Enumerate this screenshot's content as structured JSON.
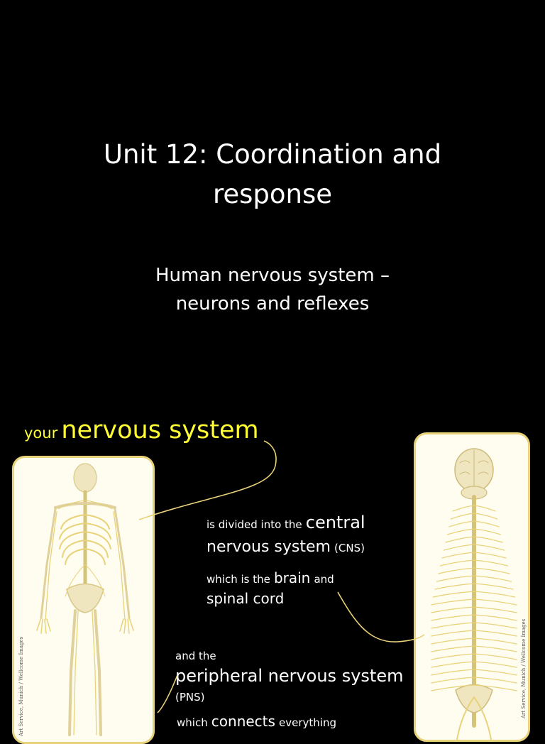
{
  "slide1": {
    "title_line1": "Unit 12: Coordination and",
    "title_line2": "response",
    "subtitle_line1": "Human nervous system –",
    "subtitle_line2": "neurons and reflexes"
  },
  "slide2": {
    "heading_small": "your",
    "heading_big": "nervous system",
    "p1_small": "is divided into the",
    "p1_big": "central",
    "p1_line2_big": "nervous system",
    "p1_line2_small": "(CNS)",
    "p2_small_a": "which is the",
    "p2_big_a": "brain",
    "p2_small_b": "and",
    "p2_big_b": "spinal cord",
    "p3_small": "and the",
    "p3_big": "peripheral nervous system",
    "p3_abbrev": "(PNS)",
    "p4_small_a": "which",
    "p4_big": "connects",
    "p4_small_b": "everything",
    "left_credit": "Art Service, Munich / Wellcome Images",
    "right_credit": "Art Service, Munich / Wellcome Images"
  },
  "colors": {
    "background": "#000000",
    "text": "#ffffff",
    "heading": "#ffff33",
    "card_border": "#e8d27a",
    "card_fill": "#fffdf0",
    "nerve": "#e8d27a",
    "bone": "#efe6c0"
  }
}
